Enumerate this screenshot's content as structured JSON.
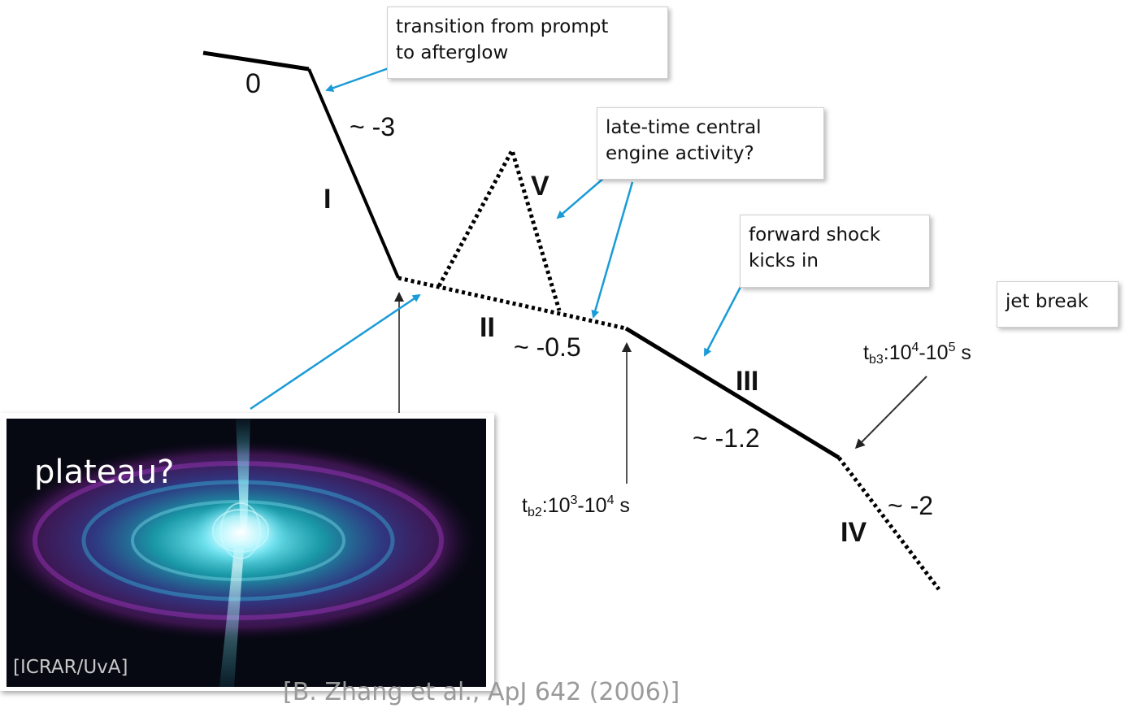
{
  "segments": {
    "seg0": "0",
    "seg1": "I",
    "seg2": "II",
    "seg3": "III",
    "seg4": "IV",
    "seg5": "V"
  },
  "slopes": {
    "s1": "~ -3",
    "s2": "~ -0.5",
    "s3": "~ -1.2",
    "s4": "~ -2"
  },
  "breaks": {
    "tb2": {
      "t": "t",
      "sub": "b2",
      "a": ":10",
      "e1": "3",
      "b": "-10",
      "e2": "4",
      "c": " s"
    },
    "tb3": {
      "t": "t",
      "sub": "b3",
      "a": ":10",
      "e1": "4",
      "b": "-10",
      "e2": "5",
      "c": " s"
    }
  },
  "callouts": {
    "prompt": [
      "transition from prompt",
      "to afterglow"
    ],
    "engine": [
      "late-time central",
      "engine activity?"
    ],
    "shock": [
      "forward shock",
      "kicks in"
    ],
    "jet": [
      "jet break"
    ]
  },
  "inset": {
    "title": "plateau?",
    "credit": "[ICRAR/UvA]"
  },
  "citation": "[B. Zhang et al., ApJ 642 (2006)]",
  "colors": {
    "curve": "#000000",
    "arrow": "#1a9bd7",
    "inset_bg": "#060812"
  }
}
